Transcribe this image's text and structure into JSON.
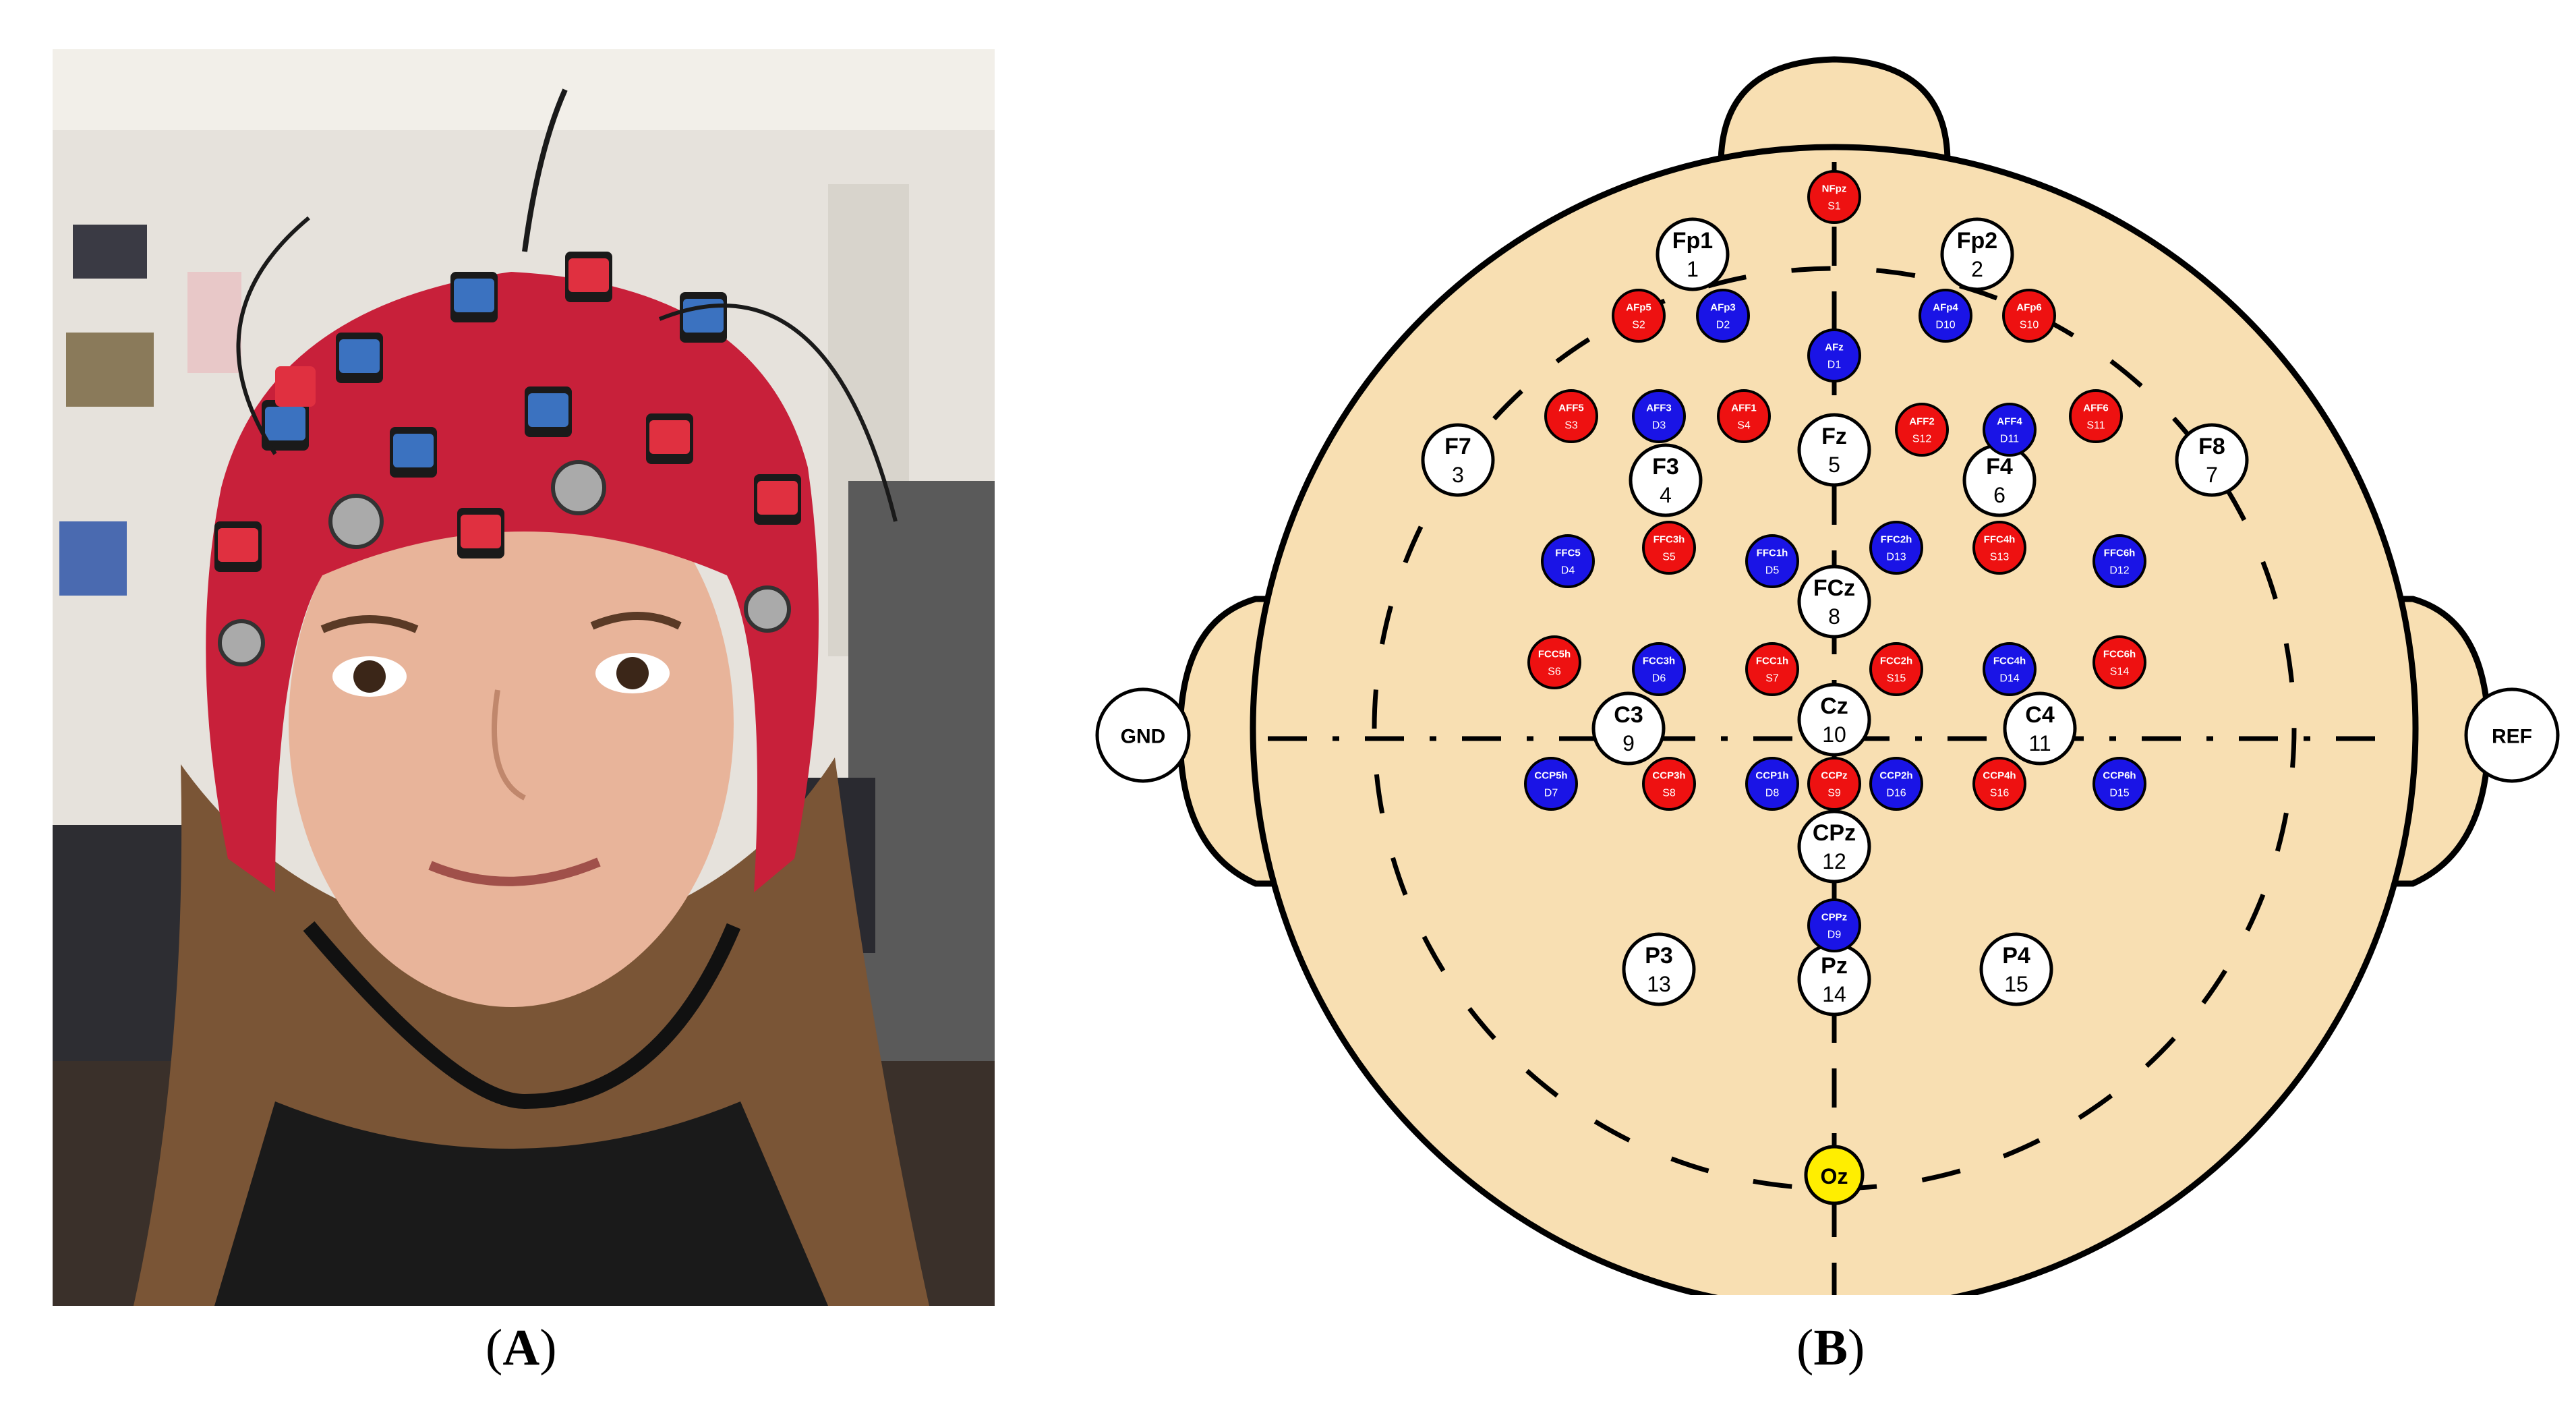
{
  "panels": {
    "a": {
      "label": "A"
    },
    "b": {
      "label": "B"
    }
  },
  "colors": {
    "head": "#f8dfb2",
    "outline": "#000000",
    "source": "#ee1111",
    "detector": "#1a14e6",
    "electrode": "#ffffff",
    "oz": "#ffee00",
    "cap": "#c8203a"
  },
  "montage": {
    "ground": "GND",
    "reference": "REF",
    "electrodes": [
      {
        "name": "Fp1",
        "num": "1"
      },
      {
        "name": "Fp2",
        "num": "2"
      },
      {
        "name": "F7",
        "num": "3"
      },
      {
        "name": "F3",
        "num": "4"
      },
      {
        "name": "Fz",
        "num": "5"
      },
      {
        "name": "F4",
        "num": "6"
      },
      {
        "name": "F8",
        "num": "7"
      },
      {
        "name": "FCz",
        "num": "8"
      },
      {
        "name": "C3",
        "num": "9"
      },
      {
        "name": "Cz",
        "num": "10"
      },
      {
        "name": "C4",
        "num": "11"
      },
      {
        "name": "CPz",
        "num": "12"
      },
      {
        "name": "P3",
        "num": "13"
      },
      {
        "name": "Pz",
        "num": "14"
      },
      {
        "name": "P4",
        "num": "15"
      },
      {
        "name": "Oz",
        "num": ""
      }
    ],
    "sources": [
      {
        "pos": "NFpz",
        "id": "S1"
      },
      {
        "pos": "AFp5",
        "id": "S2"
      },
      {
        "pos": "AFF5",
        "id": "S3"
      },
      {
        "pos": "AFF1",
        "id": "S4"
      },
      {
        "pos": "FFC3h",
        "id": "S5"
      },
      {
        "pos": "FCC5h",
        "id": "S6"
      },
      {
        "pos": "FCC1h",
        "id": "S7"
      },
      {
        "pos": "CCP3h",
        "id": "S8"
      },
      {
        "pos": "CCPz",
        "id": "S9"
      },
      {
        "pos": "AFp6",
        "id": "S10"
      },
      {
        "pos": "AFF6",
        "id": "S11"
      },
      {
        "pos": "AFF2",
        "id": "S12"
      },
      {
        "pos": "FFC4h",
        "id": "S13"
      },
      {
        "pos": "FCC6h",
        "id": "S14"
      },
      {
        "pos": "FCC2h",
        "id": "S15"
      },
      {
        "pos": "CCP4h",
        "id": "S16"
      }
    ],
    "detectors": [
      {
        "pos": "AFz",
        "id": "D1"
      },
      {
        "pos": "AFp3",
        "id": "D2"
      },
      {
        "pos": "AFF3",
        "id": "D3"
      },
      {
        "pos": "FFC5",
        "id": "D4"
      },
      {
        "pos": "FFC1h",
        "id": "D5"
      },
      {
        "pos": "FCC3h",
        "id": "D6"
      },
      {
        "pos": "CCP5h",
        "id": "D7"
      },
      {
        "pos": "CCP1h",
        "id": "D8"
      },
      {
        "pos": "CPPz",
        "id": "D9"
      },
      {
        "pos": "AFp4",
        "id": "D10"
      },
      {
        "pos": "AFF4",
        "id": "D11"
      },
      {
        "pos": "FFC6h",
        "id": "D12"
      },
      {
        "pos": "FFC2h",
        "id": "D13"
      },
      {
        "pos": "FCC4h",
        "id": "D14"
      },
      {
        "pos": "CCP6h",
        "id": "D15"
      },
      {
        "pos": "CCP2h",
        "id": "D16"
      }
    ]
  }
}
